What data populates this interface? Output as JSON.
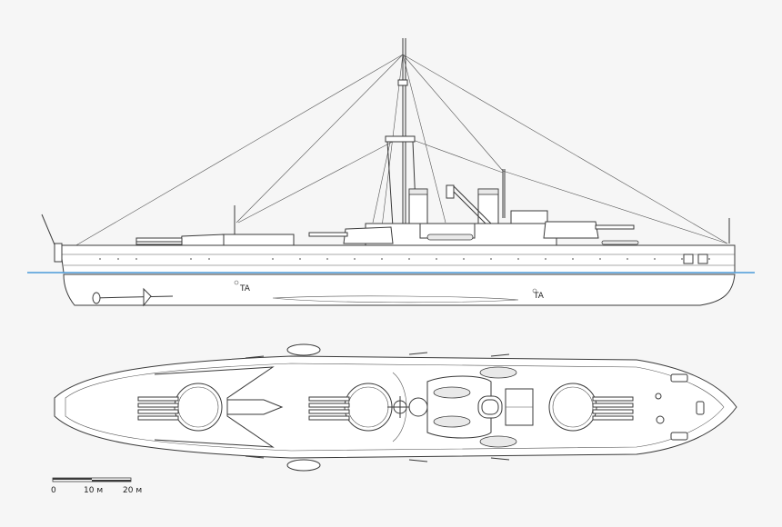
{
  "labels": {
    "ta_left": "TA",
    "ta_right": "TA"
  },
  "scale_bar": {
    "tick_0": "0",
    "tick_10": "10 м",
    "tick_20": "20 м"
  },
  "colors": {
    "waterline": "#4a9ad8",
    "background": "#f6f6f6",
    "outline": "#3a3a3a"
  }
}
